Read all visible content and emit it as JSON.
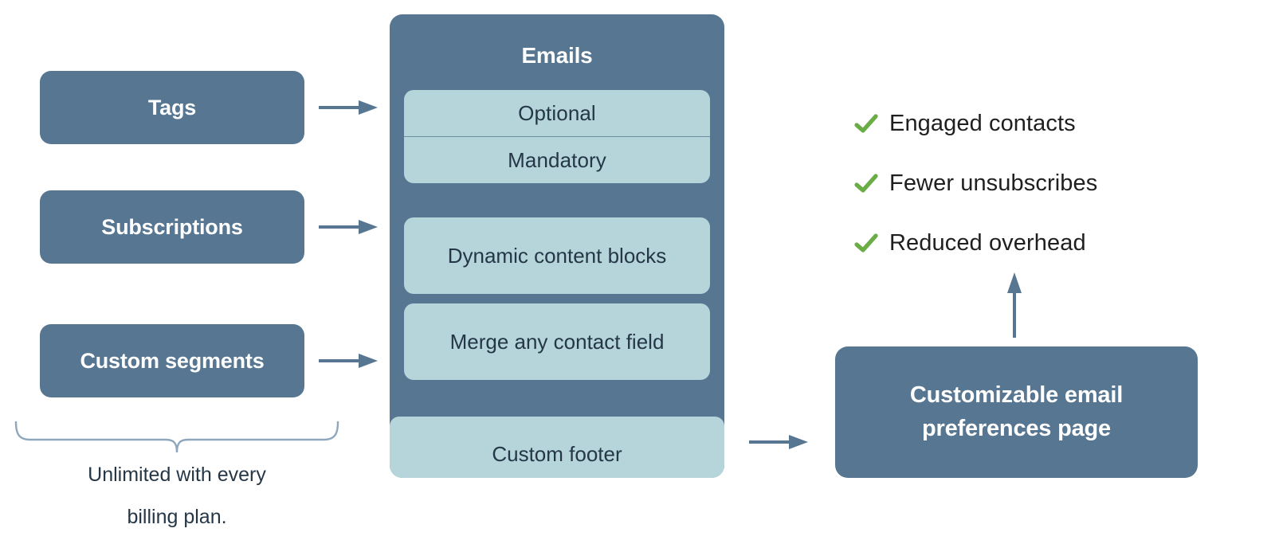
{
  "colors": {
    "dark_blue": "#577691",
    "light_blue": "#b5d5da",
    "check_green": "#6aad47",
    "text_dark": "#253746",
    "background": "#ffffff",
    "brace_stroke": "#8fa7bd"
  },
  "left_column": {
    "boxes": [
      {
        "label": "Tags"
      },
      {
        "label": "Subscriptions"
      },
      {
        "label": "Custom segments"
      }
    ],
    "brace_caption": "Unlimited with every billing plan.",
    "brace_caption_lines": [
      "Unlimited with every",
      "billing plan."
    ]
  },
  "emails_panel": {
    "title": "Emails",
    "blocks": [
      {
        "type": "split",
        "rows": [
          "Optional",
          "Mandatory"
        ]
      },
      {
        "type": "single",
        "label": "Dynamic content blocks"
      },
      {
        "type": "single",
        "label": "Merge any contact field"
      }
    ],
    "footer": {
      "label": "Custom footer"
    }
  },
  "benefits": {
    "items": [
      {
        "icon": "check-icon",
        "label": "Engaged contacts"
      },
      {
        "icon": "check-icon",
        "label": "Fewer unsubscribes"
      },
      {
        "icon": "check-icon",
        "label": "Reduced overhead"
      }
    ]
  },
  "preferences_box": {
    "label": "Customizable email preferences page",
    "label_lines": [
      "Customizable email",
      "preferences page"
    ]
  },
  "connectors": {
    "tags_to_emails": "arrow-right-icon",
    "subscriptions_to_emails": "arrow-right-icon",
    "segments_to_emails": "arrow-right-icon",
    "footer_to_prefs": "arrow-right-icon",
    "prefs_to_benefits": "arrow-up-icon"
  }
}
